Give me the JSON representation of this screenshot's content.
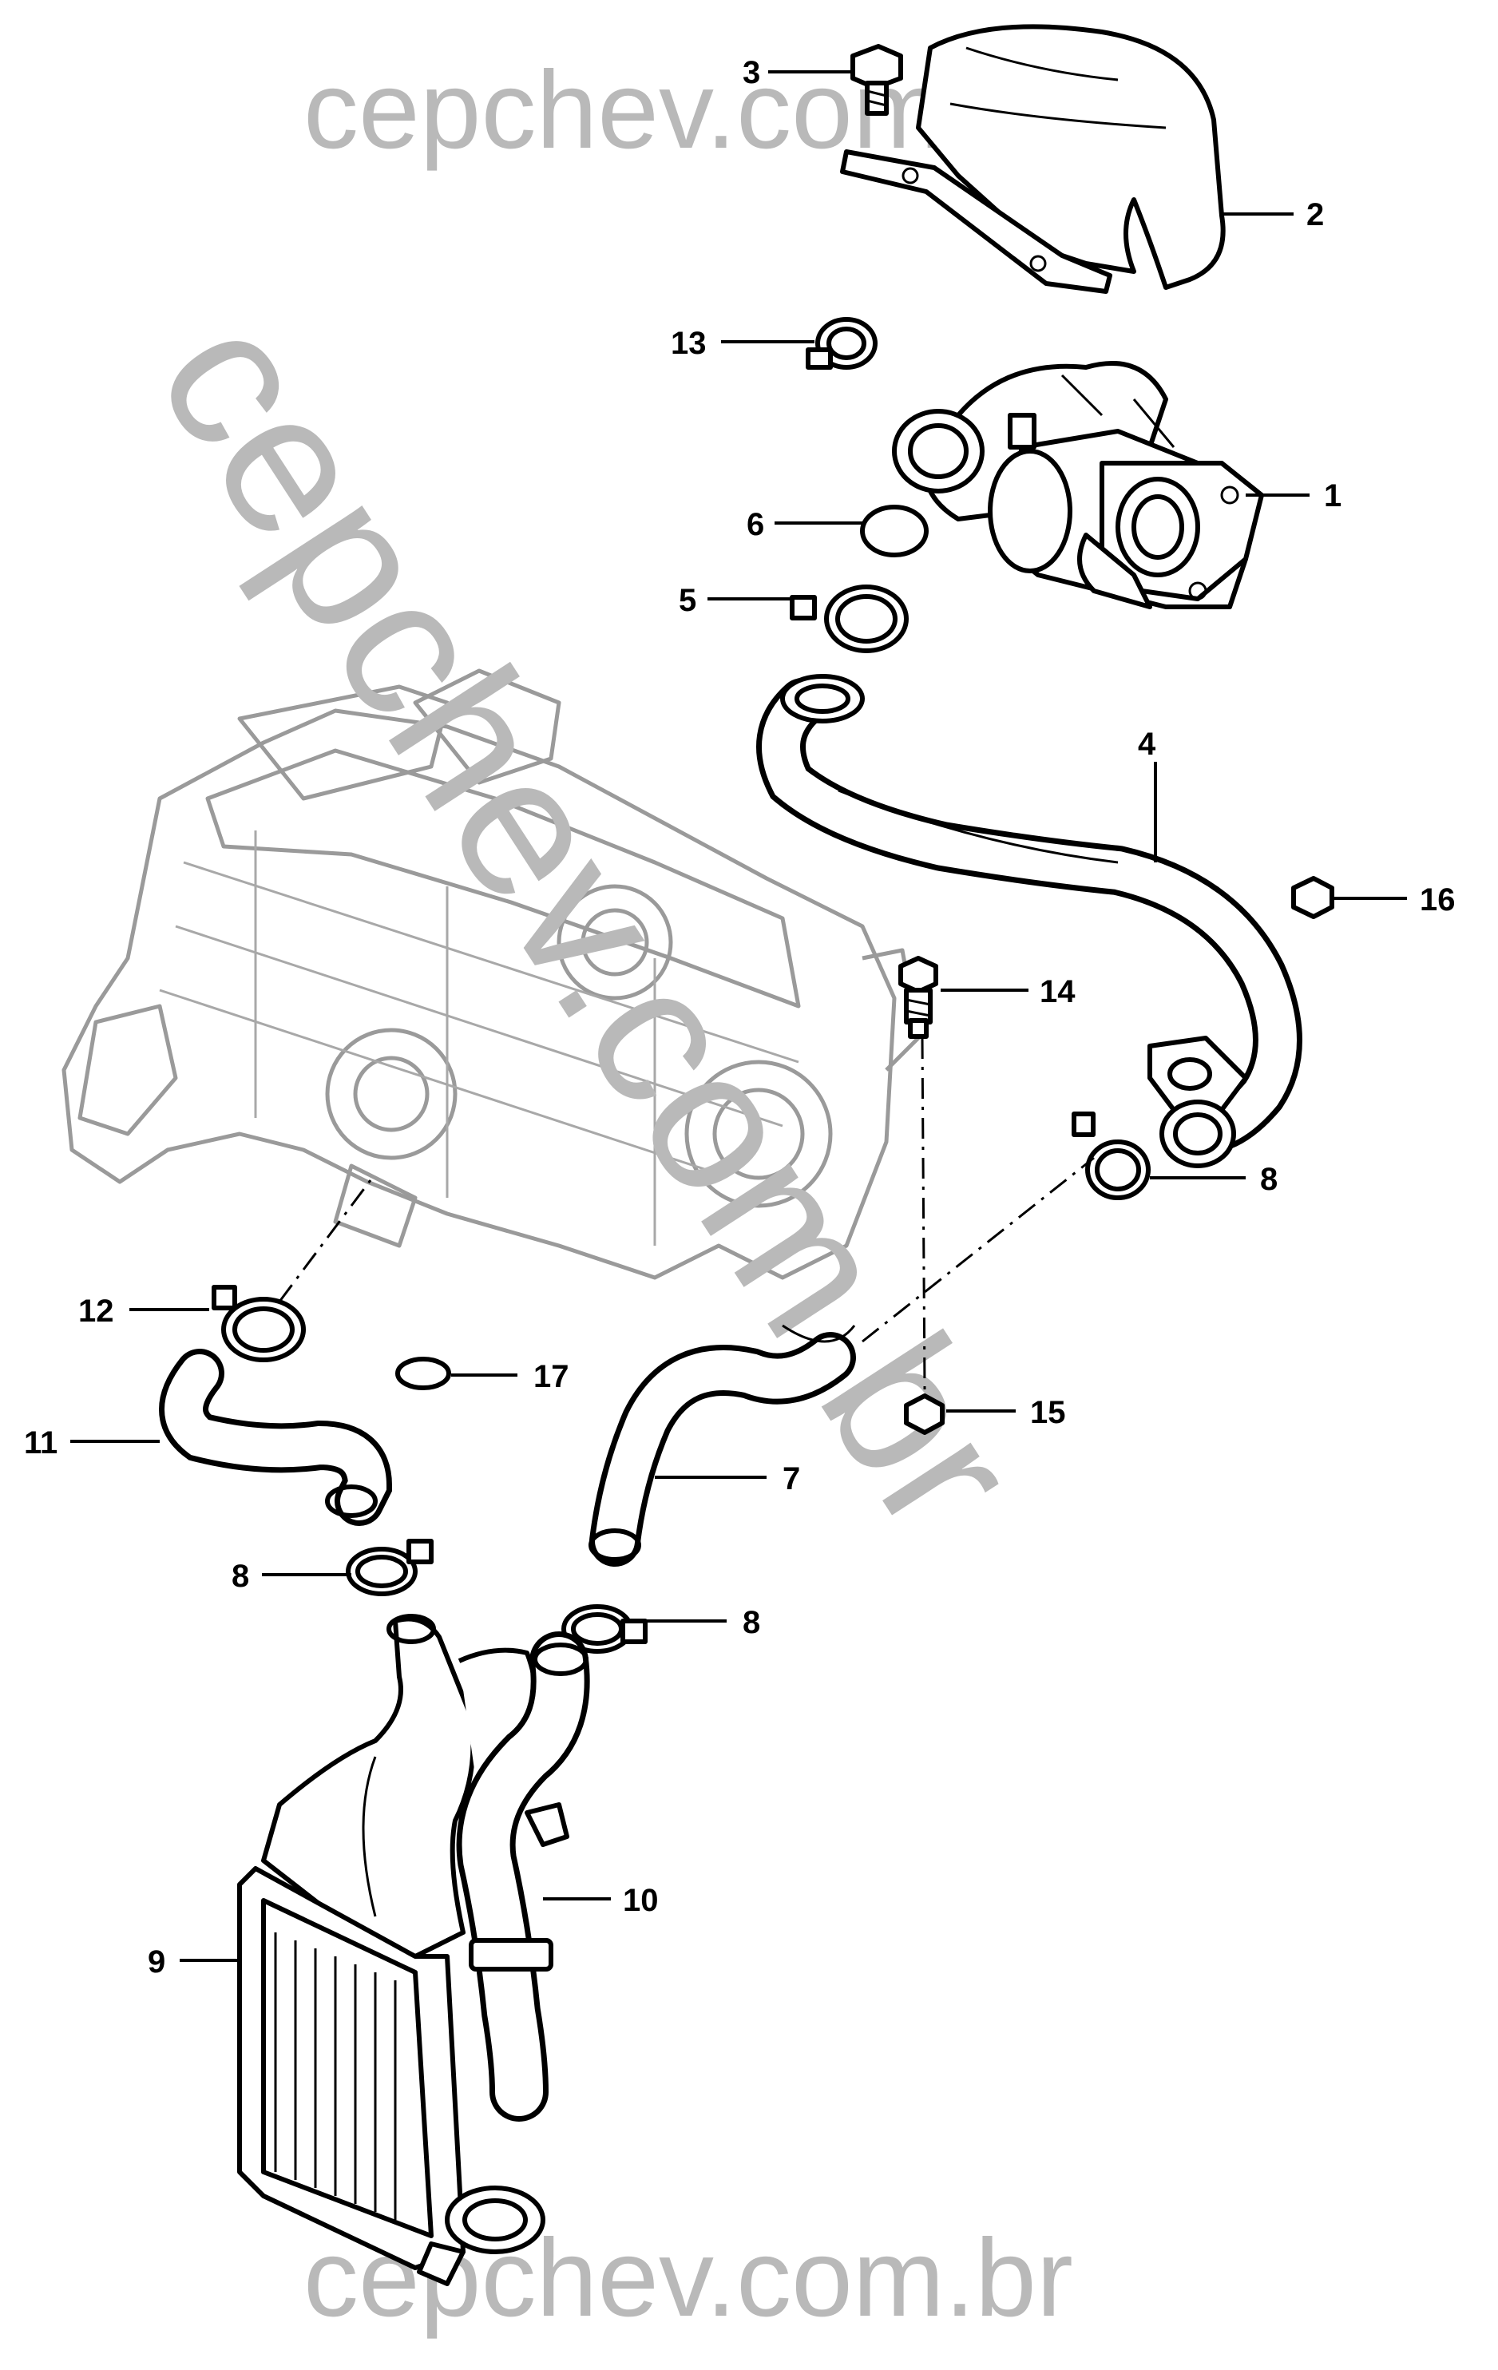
{
  "watermarks": {
    "top": "cepchev.com.br",
    "bottom": "cepchev.com.br",
    "diagonal": "cepchev.com.br"
  },
  "callouts": [
    "1",
    "2",
    "3",
    "4",
    "5",
    "6",
    "7",
    "8",
    "8",
    "8",
    "9",
    "10",
    "11",
    "12",
    "13",
    "14",
    "15",
    "16",
    "17"
  ],
  "colors": {
    "line": "#000000",
    "engine": "#9a9a9a",
    "watermark": "#b9b9b9"
  }
}
